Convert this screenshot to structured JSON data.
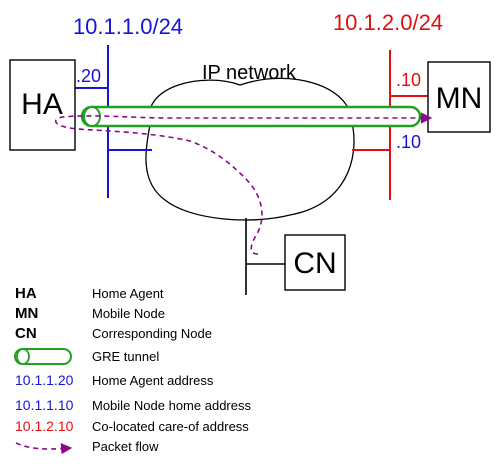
{
  "colors": {
    "blue": "#1515d8",
    "red": "#e01010",
    "green": "#22a022",
    "purple": "#8a0a8a",
    "black": "#000000"
  },
  "diagram": {
    "subnet_left": "10.1.1.0/24",
    "subnet_right": "10.1.2.0/24",
    "cloud_label": "IP network",
    "ha_label": "HA",
    "mn_label": "MN",
    "cn_label": "CN",
    "ha_port_label": ".20",
    "mn_home_label": ".10",
    "mn_coa_label": ".10"
  },
  "legend": [
    {
      "key": "HA",
      "desc": "Home Agent",
      "kind": "bold"
    },
    {
      "key": "MN",
      "desc": "Mobile Node",
      "kind": "bold"
    },
    {
      "key": "CN",
      "desc": "Corresponding Node",
      "kind": "bold"
    },
    {
      "key": "",
      "desc": "GRE tunnel",
      "kind": "tunnel-icon"
    },
    {
      "key": "10.1.1.20",
      "desc": "Home Agent address",
      "kind": "blue"
    },
    {
      "key": "10.1.1.10",
      "desc": "Mobile Node home address",
      "kind": "blue"
    },
    {
      "key": "10.1.2.10",
      "desc": "Co-located care-of address",
      "kind": "red"
    },
    {
      "key": "",
      "desc": "Packet flow",
      "kind": "flow-icon"
    }
  ]
}
